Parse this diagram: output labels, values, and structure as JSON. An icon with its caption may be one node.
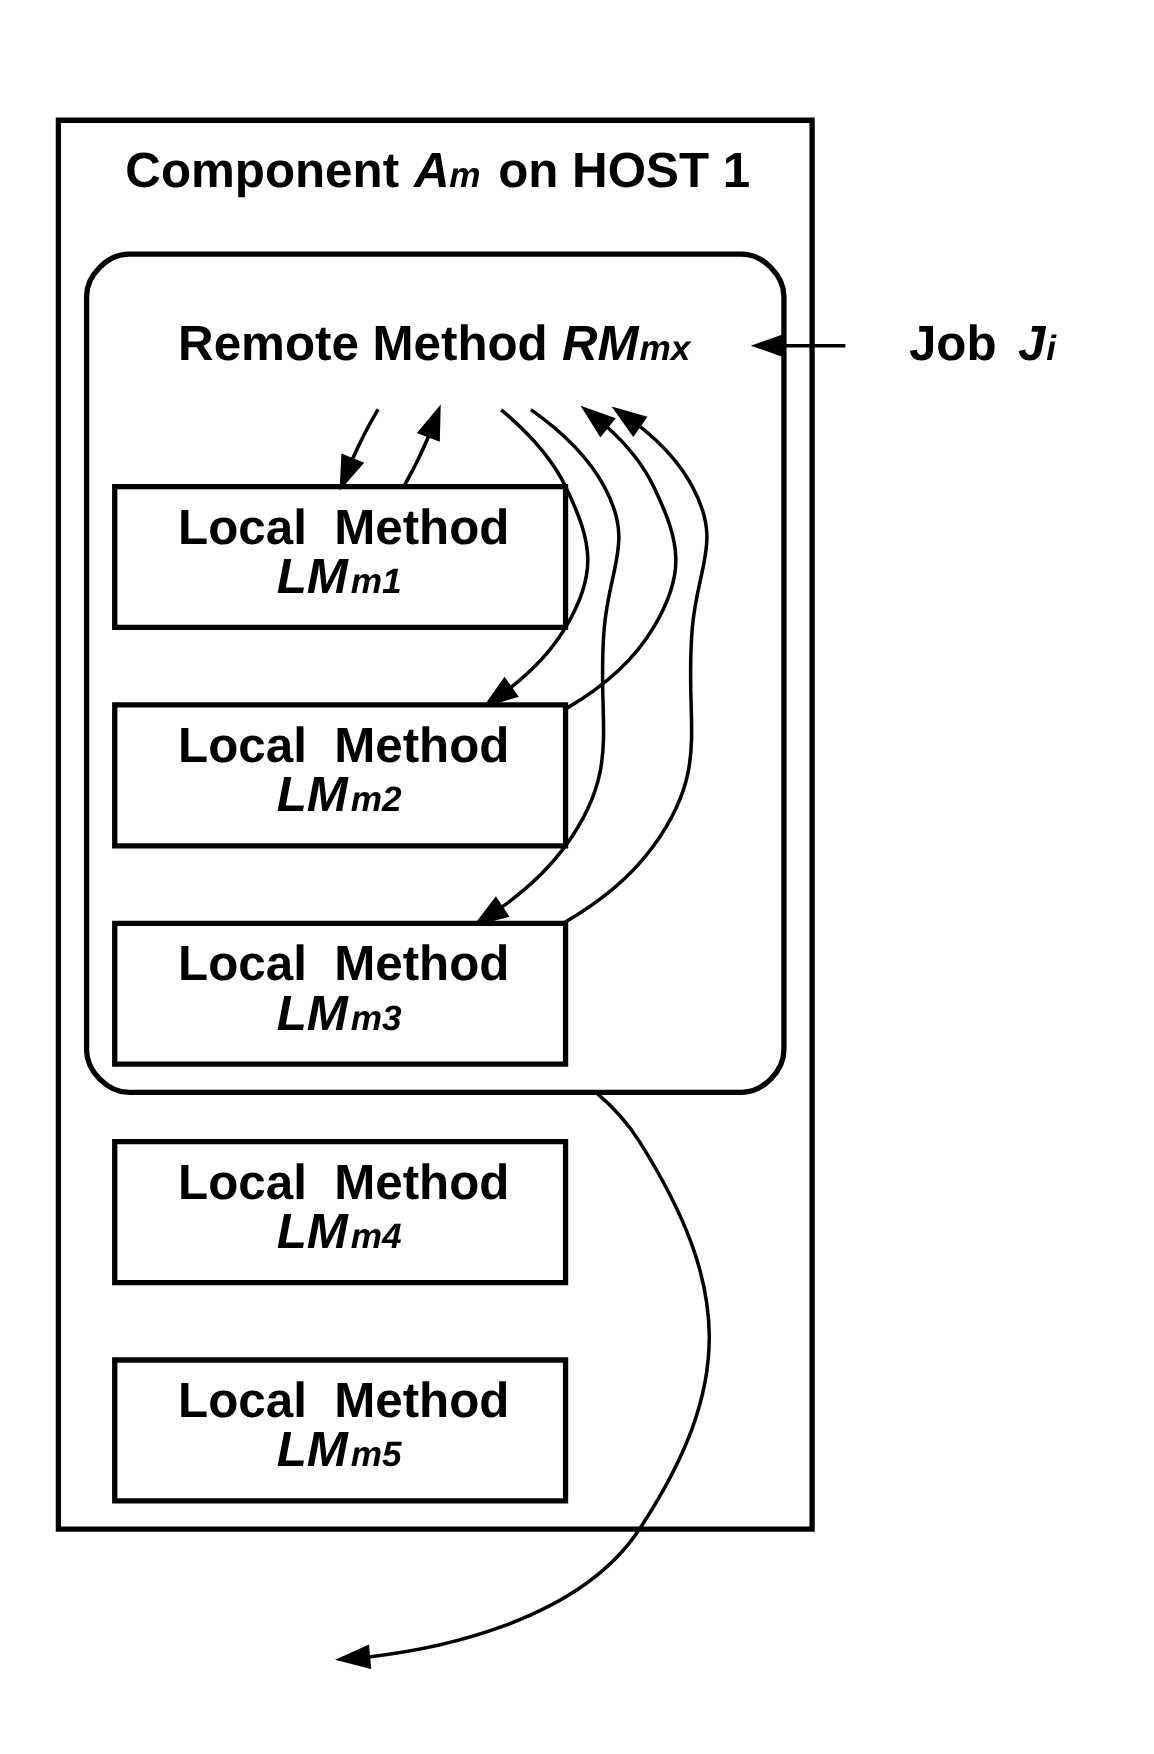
{
  "diagram": {
    "nodes": [
      {
        "text": [
          "Component *A*$_{m}$ on HOST 1"
        ]
      },
      {
        "text": [
          "Remote Method *RM*$_{mx}$"
        ],
        "in": 0
      },
      {
        "text": [
          "Local  Method",
          "*LM*$_{m1}$"
        ],
        "in": 1
      },
      {
        "text": [
          "Local  Method",
          "*LM*$_{m2}$"
        ],
        "in": 1
      },
      {
        "text": [
          "Local  Method",
          "*LM*$_{m3}$"
        ],
        "in": 1
      },
      {
        "text": [
          "Local  Method",
          "*LM*$_{m4}$"
        ],
        "in": 0
      },
      {
        "text": [
          "Local  Method",
          "*LM*$_{m5}$"
        ],
        "in": 0
      },
      {
        "text": [
          "Job *J*$_{i}$"
        ]
      }
    ],
    "edges": [
      {
        "from": 7,
        "to": 1,
        "arrow": "to"
      },
      {
        "from": 1,
        "to": 2,
        "arrow": "to"
      },
      {
        "from": 2,
        "to": 1,
        "arrow": "to"
      },
      {
        "from": 1,
        "to": 3,
        "arrow": "to"
      },
      {
        "from": 3,
        "to": 1,
        "arrow": "to"
      },
      {
        "from": 1,
        "to": 4,
        "arrow": "to"
      },
      {
        "from": 4,
        "to": 1,
        "arrow": "to"
      },
      {
        "from": 1,
        "to": null,
        "arrow": "to"
      }
    ]
  }
}
